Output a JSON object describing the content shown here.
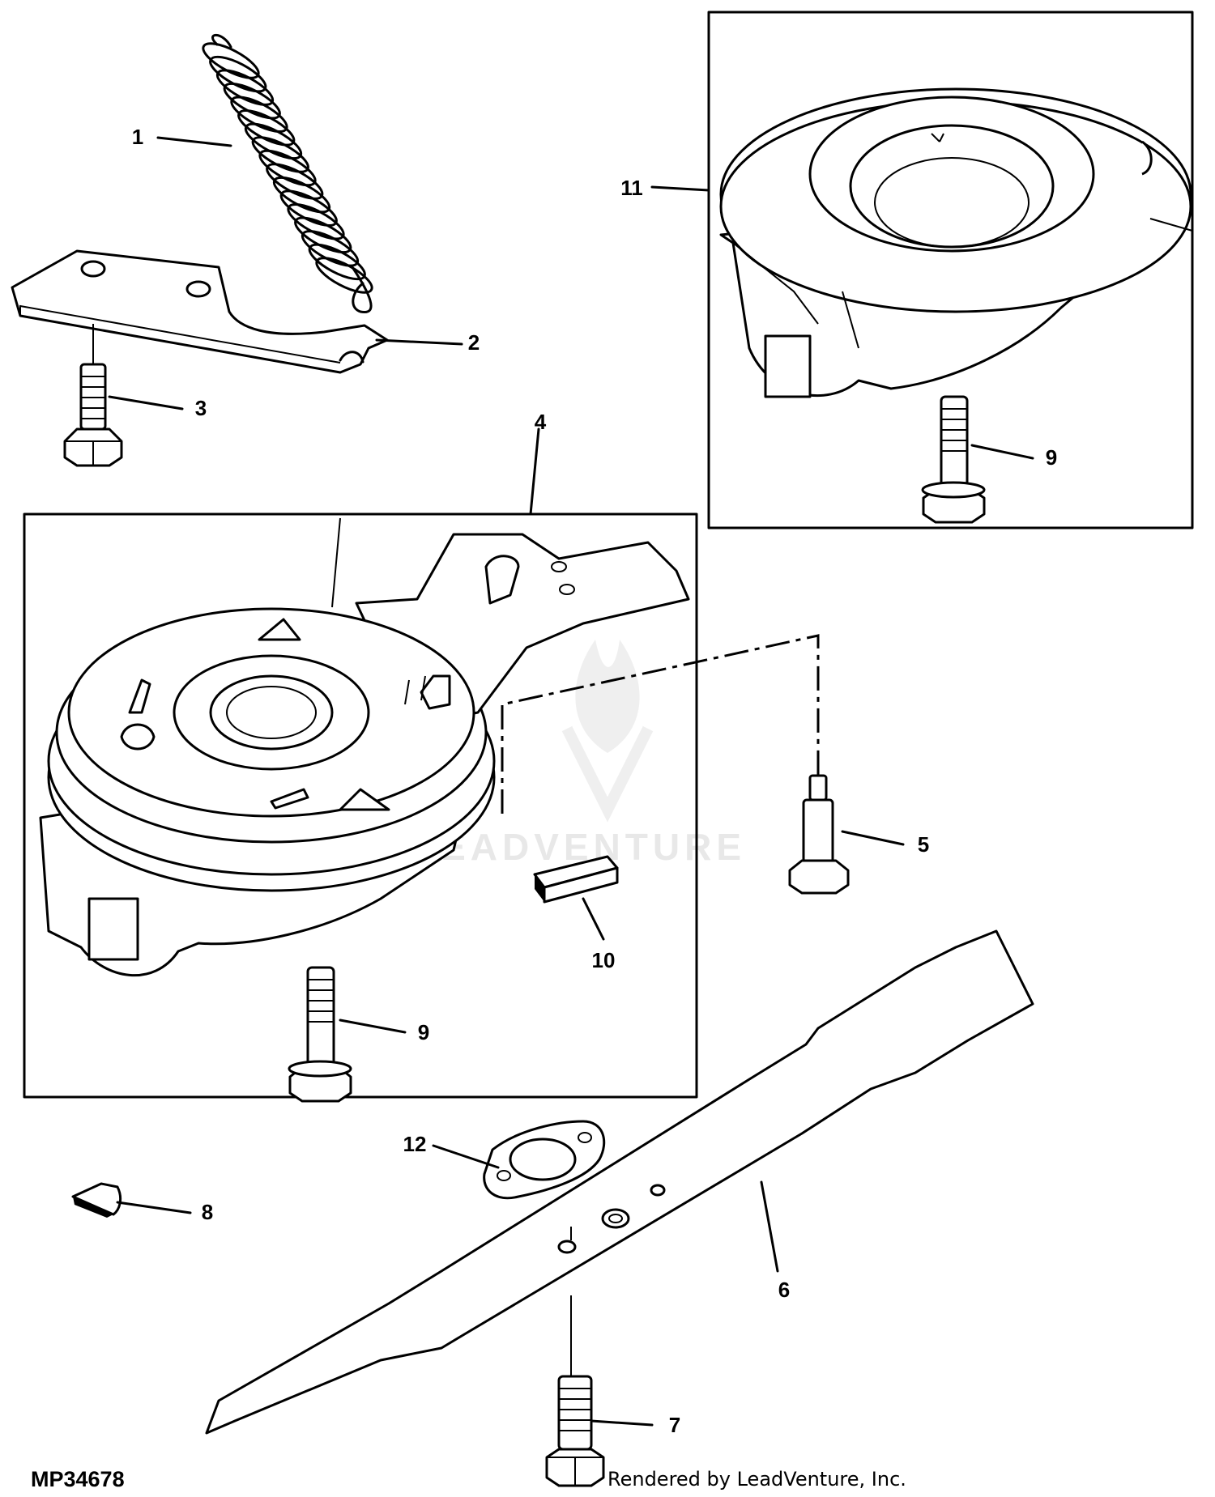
{
  "figure": {
    "id_label": "MP34678",
    "credit": "Rendered by LeadVenture, Inc.",
    "watermark": "LEADVENTURE"
  },
  "callouts": [
    {
      "key": "spring",
      "label": "1"
    },
    {
      "key": "bracket",
      "label": "2"
    },
    {
      "key": "bolt-small",
      "label": "3"
    },
    {
      "key": "clutch-assembly",
      "label": "4"
    },
    {
      "key": "shoulder-bolt",
      "label": "5"
    },
    {
      "key": "blade",
      "label": "6"
    },
    {
      "key": "blade-bolt",
      "label": "7"
    },
    {
      "key": "key-woodruff",
      "label": "8"
    },
    {
      "key": "clutch-bolt",
      "label": "9"
    },
    {
      "key": "clutch-bolt-alt",
      "label": "9"
    },
    {
      "key": "square-key",
      "label": "10"
    },
    {
      "key": "clutch-alt",
      "label": "11"
    },
    {
      "key": "spacer",
      "label": "12"
    }
  ]
}
